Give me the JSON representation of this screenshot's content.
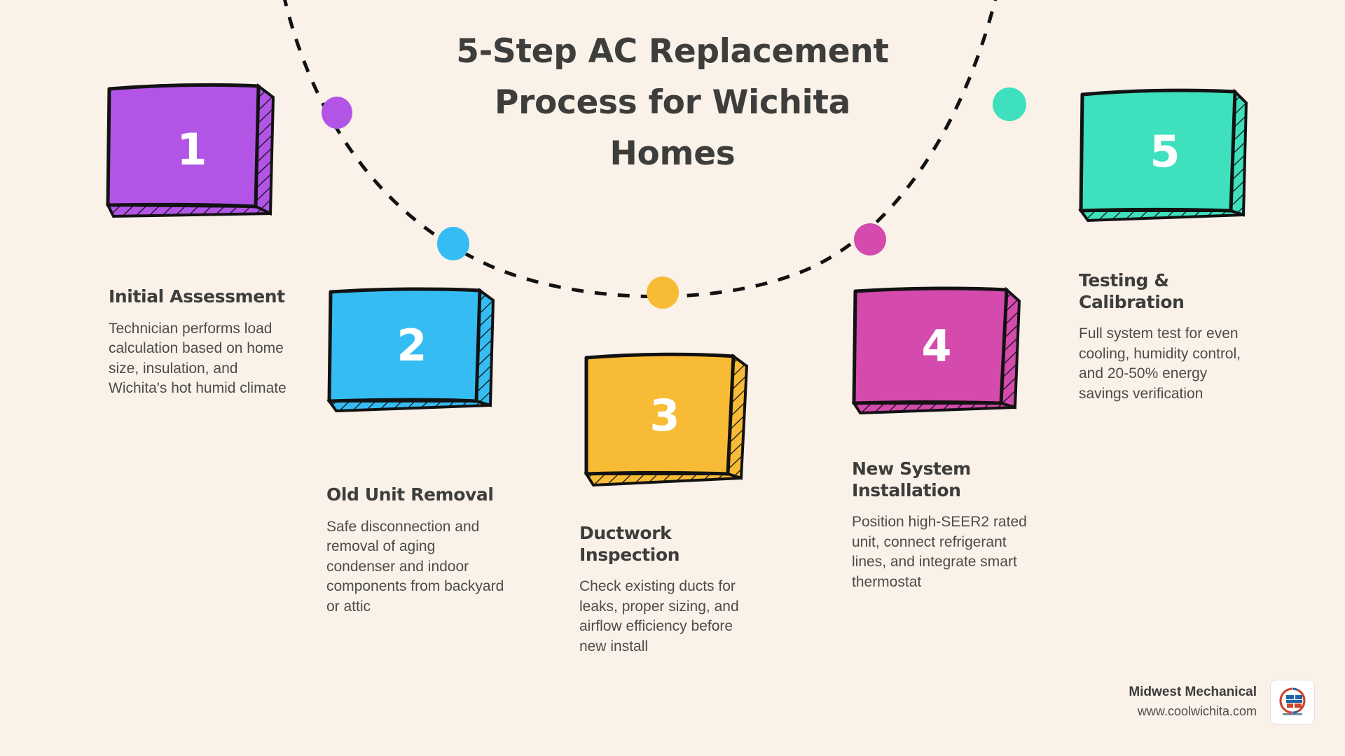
{
  "page": {
    "background_color": "#faf1e9",
    "title": "5-Step AC Replacement Process for Wichita Homes",
    "title_line1": "5-Step AC Replacement",
    "title_line2": "Process for Wichita",
    "title_line3": "Homes",
    "title_color": "#3d3d3b"
  },
  "steps": [
    {
      "number": "1",
      "heading": "Initial Assessment",
      "description": "Technician performs load calculation based on home size, insulation, and Wichita's hot humid climate",
      "color": "#b255e6",
      "dot_color": "#b255e6"
    },
    {
      "number": "2",
      "heading": "Old Unit Removal",
      "description": "Safe disconnection and removal of aging condenser and indoor components from backyard or attic",
      "color": "#35bdf3",
      "dot_color": "#35bdf3"
    },
    {
      "number": "3",
      "heading": "Ductwork Inspection",
      "description": "Check existing ducts for leaks, proper sizing, and airflow efficiency before new install",
      "color": "#f8bb35",
      "dot_color": "#f8bb35"
    },
    {
      "number": "4",
      "heading": "New System Installation",
      "description": "Position high-SEER2 rated unit, connect refrigerant lines, and integrate smart thermostat",
      "color": "#d44aad",
      "dot_color": "#d44aad"
    },
    {
      "number": "5",
      "heading": "Testing & Calibration",
      "description": "Full system test for even cooling, humidity control, and 20-50% energy savings verification",
      "color": "#3ee0bd",
      "dot_color": "#3ee0bd"
    }
  ],
  "brand": {
    "name": "Midwest Mechanical",
    "url": "www.coolwichita.com",
    "logo_icon": "company-logo-icon"
  },
  "decor": {
    "curve_style": "dashed",
    "curve_color": "#121212"
  }
}
